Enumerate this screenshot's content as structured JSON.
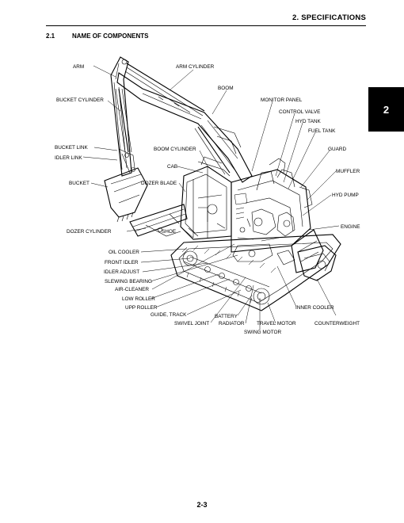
{
  "header": {
    "section_title": "2.  SPECIFICATIONS",
    "tab_label": "2"
  },
  "subsection": {
    "number": "2.1",
    "title": "NAME OF COMPONENTS"
  },
  "labels": {
    "arm": "ARM",
    "arm_cylinder": "ARM CYLINDER",
    "boom": "BOOM",
    "bucket_cylinder": "BUCKET CYLINDER",
    "monitor_panel": "MONITOR PANEL",
    "control_valve": "CONTROL VALVE",
    "hyd_tank": "HYD TANK",
    "fuel_tank": "FUEL TANK",
    "bucket_link": "BUCKET LINK",
    "boom_cylinder": "BOOM CYLINDER",
    "guard": "GUARD",
    "idler_link": "IDLER LINK",
    "cab": "CAB",
    "muffler": "MUFFLER",
    "bucket": "BUCKET",
    "dozer_blade": "DOZER BLADE",
    "hyd_pump": "HYD PUMP",
    "dozer_cylinder": "DOZER CYLINDER",
    "shoe": "SHOE",
    "engine": "ENGINE",
    "oil_cooler": "OIL COOLER",
    "front_idler": "FRONT IDLER",
    "idler_adjust": "IDLER ADJUST",
    "slewing_bearing": "SLEWING BEARING",
    "air_cleaner": "AIR-CLEANER",
    "low_roller": "LOW ROLLER",
    "upp_roller": "UPP ROLLER",
    "guide_track": "GUIDE, TRACK",
    "battery": "BATTERY",
    "inner_cooler": "INNER COOLER",
    "swivel_joint": "SWIVEL JOINT",
    "radiator": "RADIATOR",
    "travel_motor": "TRAVEL MOTOR",
    "counterweight": "COUNTERWEIGHT",
    "swing_motor": "SWING MOTOR"
  },
  "footer": {
    "page_number": "2-3"
  }
}
